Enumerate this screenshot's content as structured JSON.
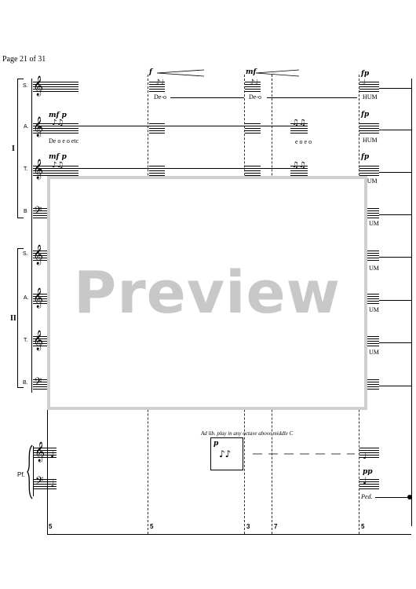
{
  "page": {
    "label": "Page 21 of 31"
  },
  "groups": [
    {
      "label": "I",
      "voices": [
        "S.",
        "A.",
        "T.",
        "B"
      ]
    },
    {
      "label": "II",
      "voices": [
        "S.",
        "A.",
        "T.",
        "B."
      ]
    }
  ],
  "piano": {
    "label": "Pf."
  },
  "dynamics": {
    "alto_start": "mf p",
    "tenor_start": "mf p",
    "sop_m2": "f",
    "sop_m3": "mf",
    "fp_sop": "fp",
    "fp_alto": "fp",
    "fp_tenor": "fp",
    "piano_box": "p",
    "piano_end": "pp"
  },
  "lyrics": {
    "alto_start": "De o e o etc",
    "sop_m2": "De-o",
    "sop_m3": "De-o",
    "alto_m4": "e o e o",
    "hum_sop": "HUM",
    "hum_alto": "HUM",
    "hum_tenor": "HUM",
    "hum_b1": "UM",
    "hum_s2": "UM",
    "hum_a2": "UM",
    "hum_t2": "UM"
  },
  "piano_instruction": "Ad lib. play in any octave above middle C",
  "pedal_mark": "Ped.",
  "measures": [
    "5",
    "5",
    "3",
    "7",
    "5"
  ],
  "preview": {
    "text": "Preview"
  }
}
